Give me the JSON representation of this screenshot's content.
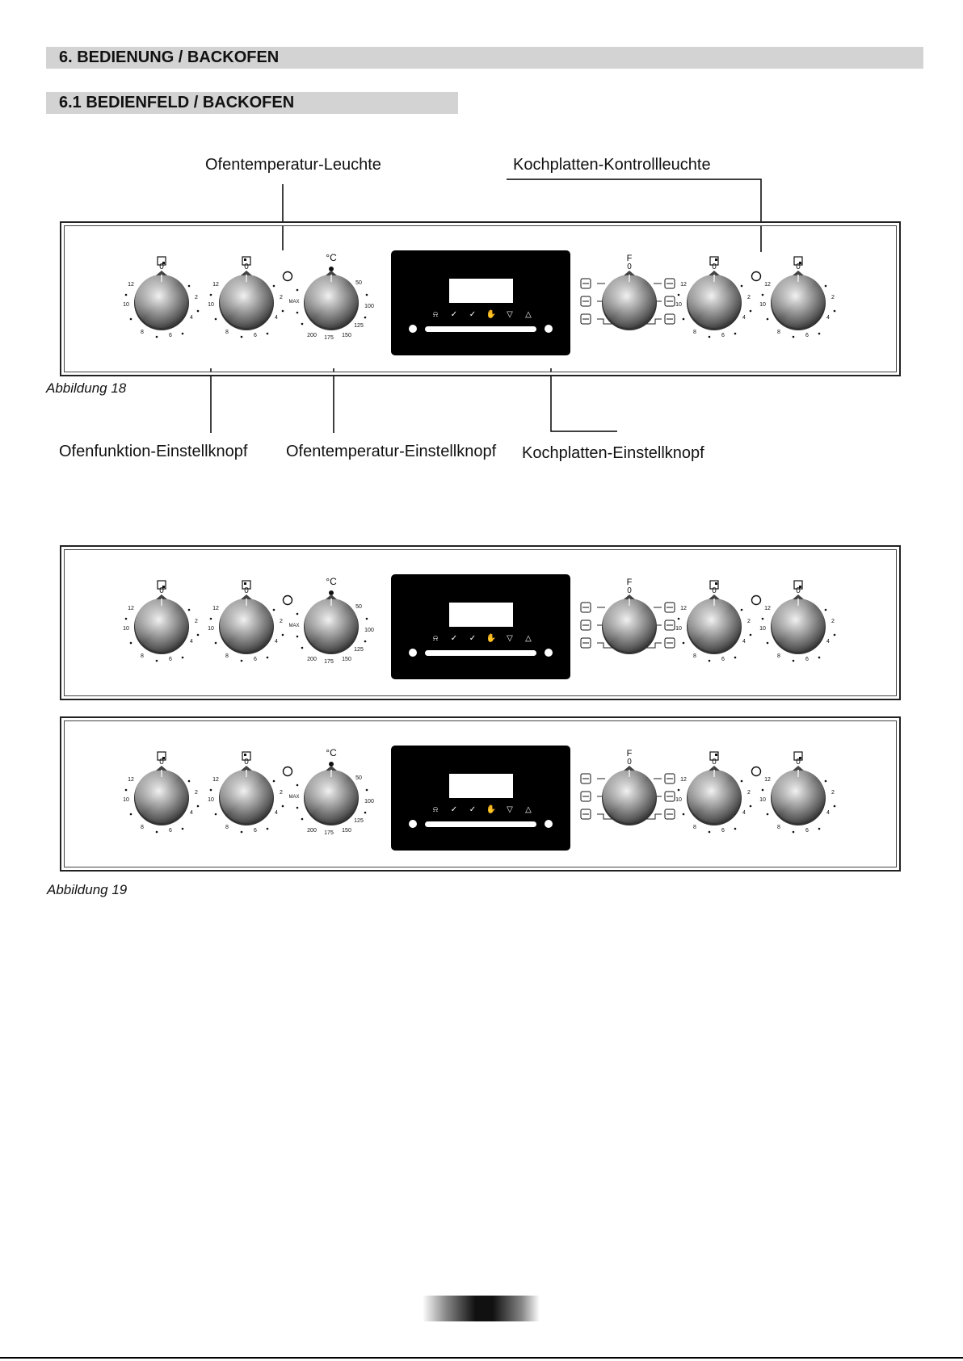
{
  "heading_main": "6. BEDIENUNG / BACKOFEN",
  "heading_sub": "6.1 BEDIENFELD / BACKOFEN",
  "figure18": {
    "callouts": {
      "oven_temp_light": "Ofentemperatur-Leuchte",
      "hob_indicator": "Kochplatten-Kontrollleuchte",
      "oven_function_knob": "Ofenfunktion-Einstellknopf",
      "oven_temp_knob": "Ofentemperatur-Einstellknopf",
      "hob_knob": "Kochplatten-Einstellknopf"
    },
    "caption": "Abbildung 18"
  },
  "figure19": {
    "caption": "Abbildung 19"
  },
  "knob_scales": {
    "zero": "0",
    "hob_numbers": [
      "12",
      "2",
      "10",
      "4",
      "8",
      "6"
    ],
    "max": "MAX",
    "celsius": "°C",
    "function": "F",
    "temps_top": [
      "50",
      "100",
      "125"
    ],
    "temps_bottom": [
      "200",
      "175",
      "150"
    ]
  },
  "display": {
    "icons": [
      "bell-icon",
      "auto-timer-icon",
      "end-timer-icon",
      "hand-icon",
      "down-arrow-icon",
      "up-arrow-icon"
    ]
  },
  "colors": {
    "heading_bg": "#d3d3d3",
    "display_bg": "#000000",
    "panel_border": "#222222"
  }
}
